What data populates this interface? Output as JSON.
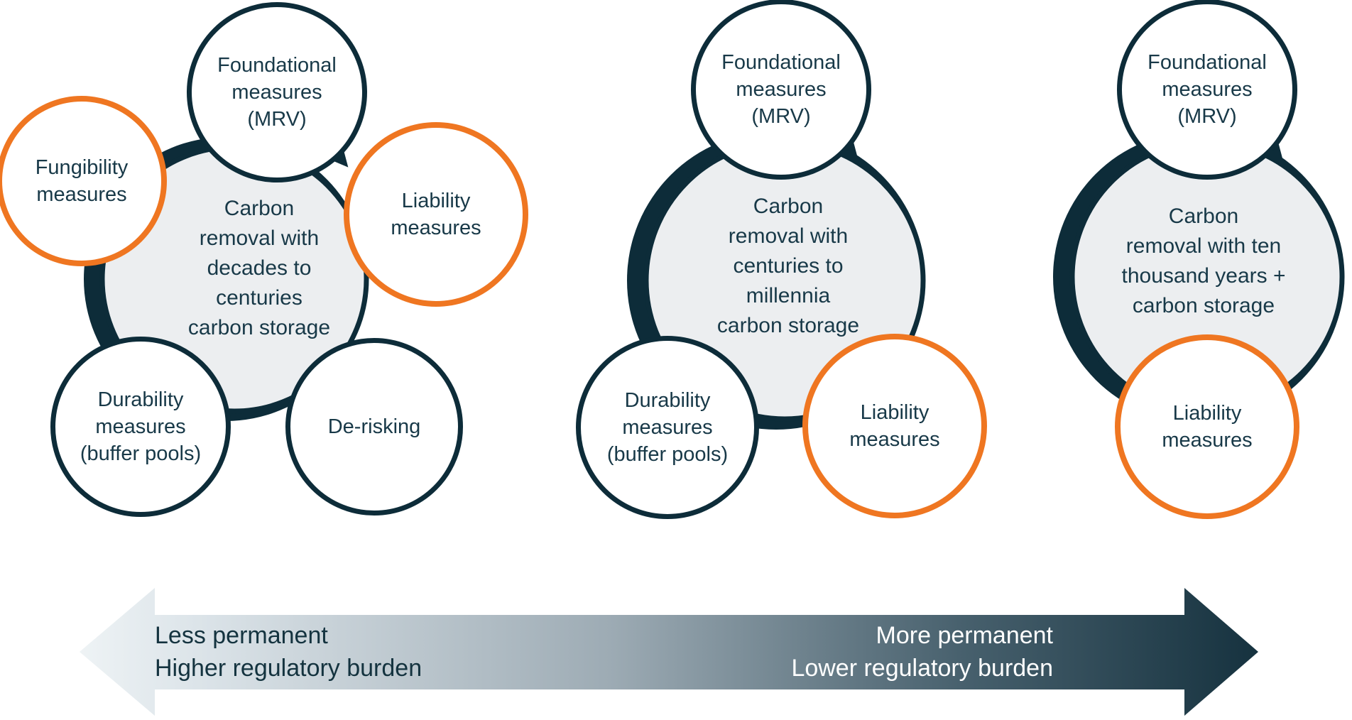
{
  "palette": {
    "navy": "#0d2c39",
    "text_navy": "#183948",
    "orange": "#ef7621",
    "gray_fill": "#eceef0",
    "arrow_gradient_start": "#eef3f5",
    "arrow_gradient_end": "#16323f",
    "white": "#ffffff"
  },
  "clusters": [
    {
      "id": "decades-to-centuries",
      "center_label": [
        "Carbon",
        "removal with",
        "decades to",
        "centuries",
        "carbon storage"
      ],
      "satellites": [
        {
          "id": "foundational",
          "label": [
            "Foundational",
            "measures",
            "(MRV)"
          ],
          "accent": "navy"
        },
        {
          "id": "fungibility",
          "label": [
            "Fungibility",
            "measures"
          ],
          "accent": "orange"
        },
        {
          "id": "liability",
          "label": [
            "Liability",
            "measures"
          ],
          "accent": "orange"
        },
        {
          "id": "durability",
          "label": [
            "Durability",
            "measures",
            "(buffer pools)"
          ],
          "accent": "navy"
        },
        {
          "id": "derisking",
          "label": [
            "De-risking"
          ],
          "accent": "navy"
        }
      ]
    },
    {
      "id": "centuries-to-millennia",
      "center_label": [
        "Carbon",
        "removal with",
        "centuries to",
        "millennia",
        "carbon storage"
      ],
      "satellites": [
        {
          "id": "foundational",
          "label": [
            "Foundational",
            "measures",
            "(MRV)"
          ],
          "accent": "navy"
        },
        {
          "id": "durability",
          "label": [
            "Durability",
            "measures",
            "(buffer pools)"
          ],
          "accent": "navy"
        },
        {
          "id": "liability",
          "label": [
            "Liability",
            "measures"
          ],
          "accent": "orange"
        }
      ]
    },
    {
      "id": "ten-thousand-years",
      "center_label": [
        "Carbon",
        "removal with ten",
        "thousand years +",
        "carbon storage"
      ],
      "satellites": [
        {
          "id": "foundational",
          "label": [
            "Foundational",
            "measures",
            "(MRV)"
          ],
          "accent": "navy"
        },
        {
          "id": "liability",
          "label": [
            "Liability",
            "measures"
          ],
          "accent": "orange"
        }
      ]
    }
  ],
  "axis": {
    "left_label": [
      "Less permanent",
      "Higher regulatory burden"
    ],
    "right_label": [
      "More permanent",
      "Lower regulatory burden"
    ]
  }
}
